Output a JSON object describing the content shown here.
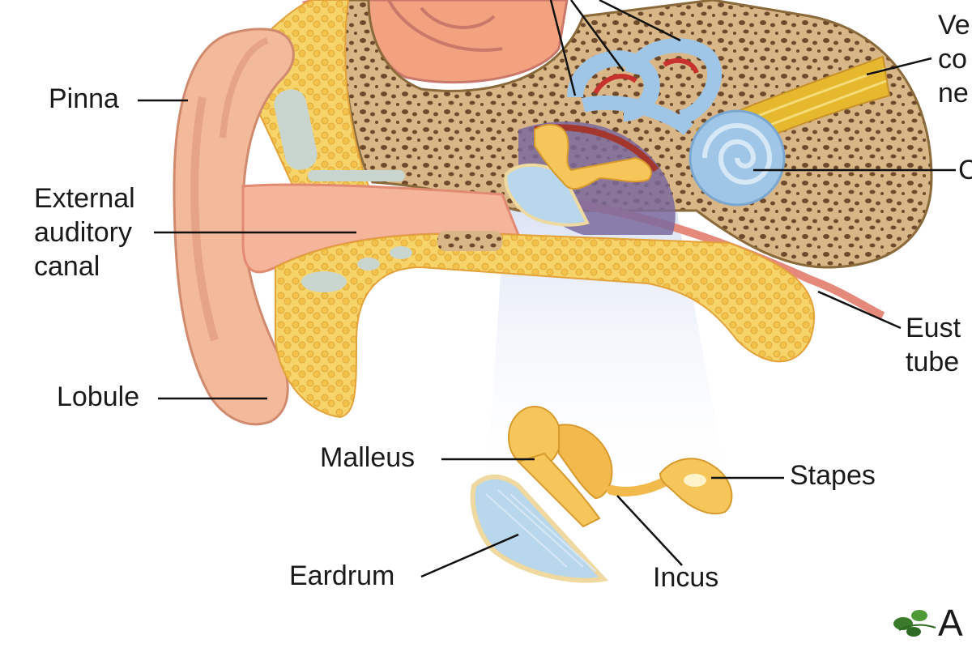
{
  "labels": {
    "pinna": "Pinna",
    "external_canal": "External\nauditory\ncanal",
    "lobule": "Lobule",
    "malleus": "Malleus",
    "eardrum": "Eardrum",
    "incus": "Incus",
    "stapes": "Stapes",
    "vestibulocochlear_partial": "Ve\nco\nne",
    "cochlea_partial": "C",
    "eustachian_partial": "Eust\ntube",
    "logo_partial": "A"
  },
  "colors": {
    "skin": "#f2b99a",
    "skin_dark": "#e89d80",
    "bone_yellow": "#f5cf5e",
    "bone_texture": "#d9b98a",
    "bone_dark": "#6e4a2c",
    "canal_pink": "#f0a58c",
    "brain": "#f2a27e",
    "inner_ear_blue": "#9fc6e6",
    "inner_ear_red": "#c8322e",
    "nerve": "#e6b82e",
    "ossicle": "#f7c65a",
    "eardrum": "#b8d6ec",
    "middle_purple": "#7b6a9e",
    "beam": "#dfe6f5",
    "logo_green": "#3a7a2a"
  }
}
